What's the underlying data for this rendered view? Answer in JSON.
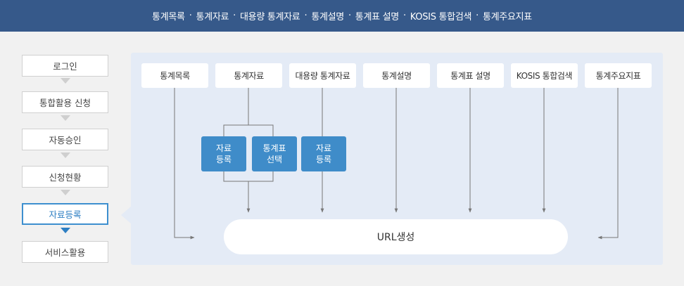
{
  "top_nav": {
    "items": [
      "통계목록",
      "통계자료",
      "대용량 통계자료",
      "통계설명",
      "통계표 설명",
      "KOSIS 통합검색",
      "통계주요지표"
    ],
    "separator": "·"
  },
  "steps": [
    {
      "label": "로그인",
      "active": false
    },
    {
      "label": "통합활용 신청",
      "active": false
    },
    {
      "label": "자동승인",
      "active": false
    },
    {
      "label": "신청현황",
      "active": false
    },
    {
      "label": "자료등록",
      "active": true
    },
    {
      "label": "서비스활용",
      "active": false
    }
  ],
  "categories": [
    "통계목록",
    "통계자료",
    "대용량 통계자료",
    "통계설명",
    "통계표 설명",
    "KOSIS 통합검색",
    "통계주요지표"
  ],
  "actions": [
    {
      "line1": "자료",
      "line2": "등록"
    },
    {
      "line1": "통계표",
      "line2": "선택"
    },
    {
      "line1": "자료",
      "line2": "등록"
    }
  ],
  "result": {
    "label": "URL생성"
  },
  "colors": {
    "header_bg": "#36598a",
    "accent": "#3f8cc9",
    "panel_bg": "#e4ebf6"
  }
}
